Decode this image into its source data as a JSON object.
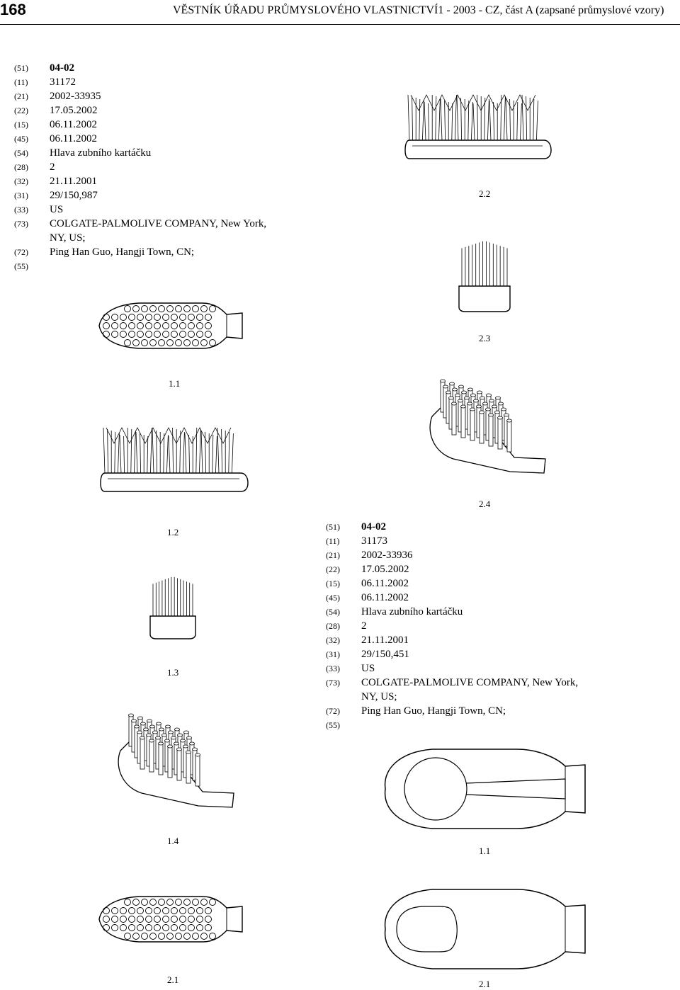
{
  "header": {
    "page_number": "168",
    "journal_title": "VĚSTNÍK ÚŘADU PRŮMYSLOVÉHO VLASTNICTVÍ1 - 2003 - CZ, část A (zapsané průmyslové vzory)"
  },
  "records": [
    {
      "fields": [
        {
          "code": "(51)",
          "value": "04-02"
        },
        {
          "code": "(11)",
          "value": "31172"
        },
        {
          "code": "(21)",
          "value": "2002-33935"
        },
        {
          "code": "(22)",
          "value": "17.05.2002"
        },
        {
          "code": "(15)",
          "value": "06.11.2002"
        },
        {
          "code": "(45)",
          "value": "06.11.2002"
        },
        {
          "code": "(54)",
          "value": "Hlava zubního kartáčku"
        },
        {
          "code": "(28)",
          "value": "2"
        },
        {
          "code": "(32)",
          "value": "21.11.2001"
        },
        {
          "code": "(31)",
          "value": "29/150,987"
        },
        {
          "code": "(33)",
          "value": "US"
        },
        {
          "code": "(73)",
          "value": "COLGATE-PALMOLIVE COMPANY, New York,",
          "cont": "NY, US;"
        },
        {
          "code": "(72)",
          "value": "Ping Han Guo, Hangji Town, CN;"
        },
        {
          "code": "(55)",
          "value": ""
        }
      ]
    },
    {
      "fields": [
        {
          "code": "(51)",
          "value": "04-02"
        },
        {
          "code": "(11)",
          "value": "31173"
        },
        {
          "code": "(21)",
          "value": "2002-33936"
        },
        {
          "code": "(22)",
          "value": "17.05.2002"
        },
        {
          "code": "(15)",
          "value": "06.11.2002"
        },
        {
          "code": "(45)",
          "value": "06.11.2002"
        },
        {
          "code": "(54)",
          "value": "Hlava zubního kartáčku"
        },
        {
          "code": "(28)",
          "value": "2"
        },
        {
          "code": "(32)",
          "value": "21.11.2001"
        },
        {
          "code": "(31)",
          "value": "29/150,451"
        },
        {
          "code": "(33)",
          "value": "US"
        },
        {
          "code": "(73)",
          "value": "COLGATE-PALMOLIVE COMPANY, New York,",
          "cont": "NY, US;"
        },
        {
          "code": "(72)",
          "value": "Ping Han Guo, Hangji Town, CN;"
        },
        {
          "code": "(55)",
          "value": ""
        }
      ]
    }
  ],
  "figures": {
    "r1_1_1": "1.1",
    "r1_1_2": "1.2",
    "r1_1_3": "1.3",
    "r1_1_4": "1.4",
    "r1_2_1": "2.1",
    "r1_2_2": "2.2",
    "r1_2_3": "2.3",
    "r1_2_4": "2.4",
    "r2_1_1": "1.1",
    "r2_2_1": "2.1"
  }
}
